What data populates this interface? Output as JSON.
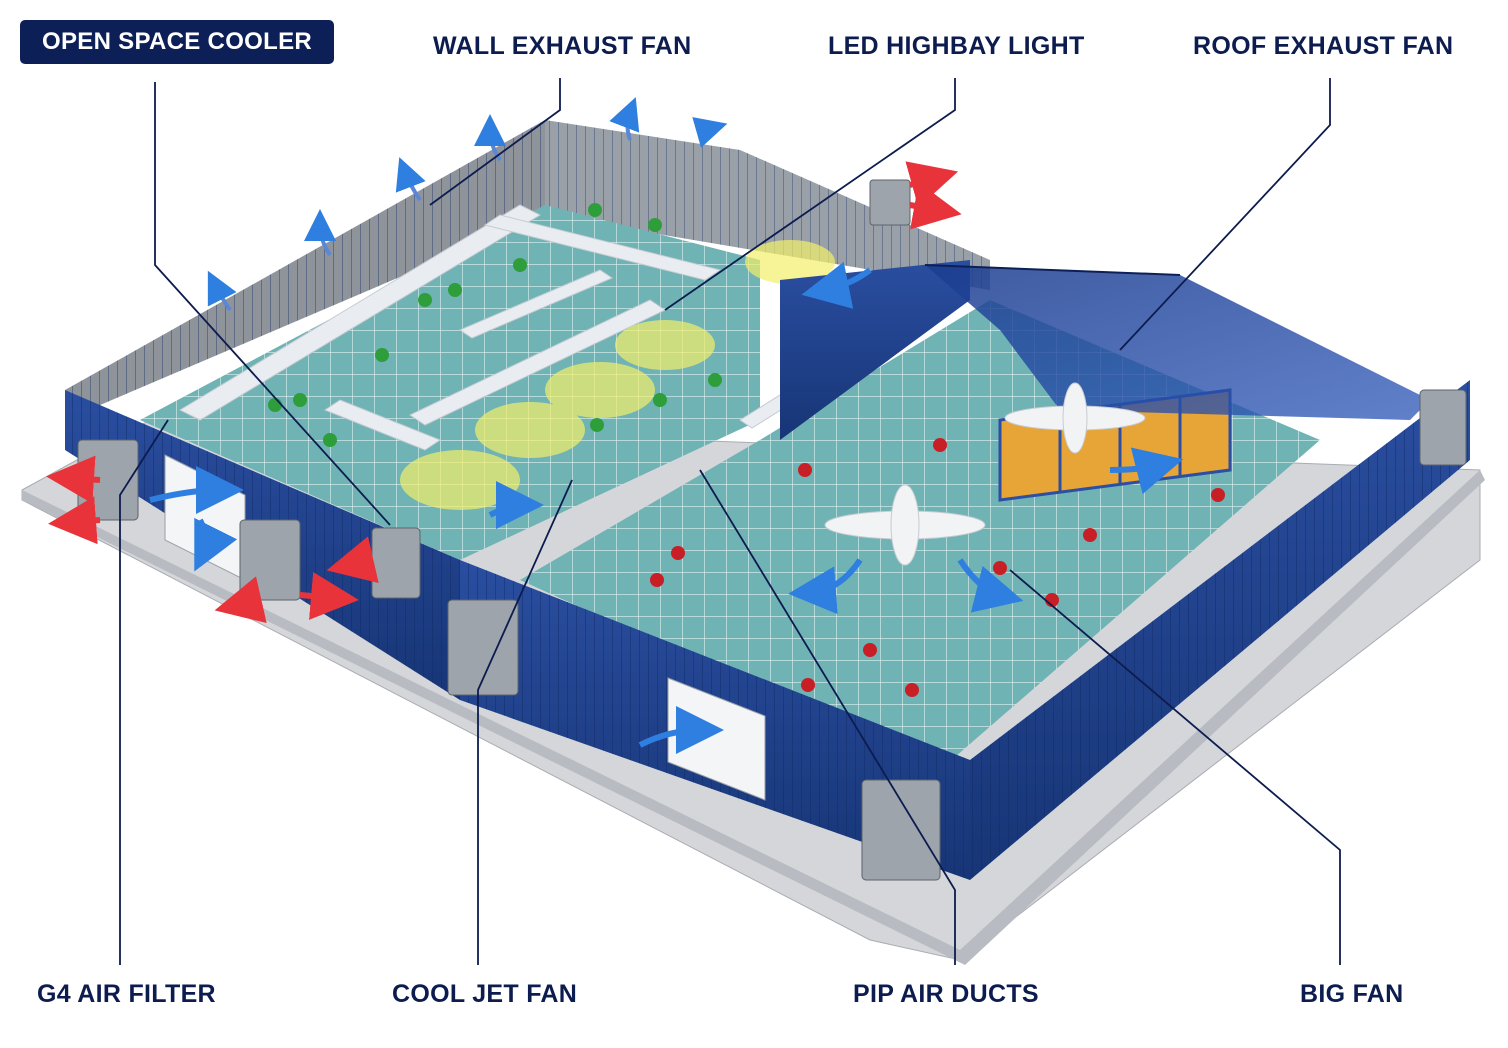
{
  "diagram": {
    "colors": {
      "label_text": "#0d1c4f",
      "highlight_box": "#0d1f57",
      "wall_blue": "#1f3f8c",
      "floor_teal": "#6fb3b4",
      "light_beam": "#f2f06a",
      "cool_air": "#2f7fe0",
      "hot_air": "#e8333a",
      "worker_green": "#2e9e3a",
      "worker_red": "#c81e25"
    },
    "labels": {
      "open_space_cooler": "OPEN SPACE COOLER",
      "wall_exhaust_fan": "WALL EXHAUST FAN",
      "led_highbay_light": "LED HIGHBAY LIGHT",
      "roof_exhaust_fan": "ROOF EXHAUST FAN",
      "g4_air_filter": "G4 AIR FILTER",
      "cool_jet_fan": "COOL JET FAN",
      "pip_air_ducts": "PIP AIR DUCTS",
      "big_fan": "BIG FAN"
    }
  }
}
